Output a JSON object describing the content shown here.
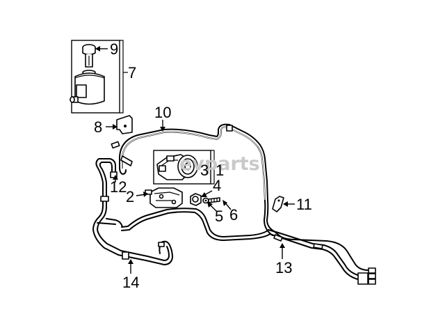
{
  "diagram": {
    "watermark": "evparts",
    "callouts": [
      {
        "id": "1",
        "text": "1"
      },
      {
        "id": "2",
        "text": "2"
      },
      {
        "id": "3",
        "text": "3"
      },
      {
        "id": "4",
        "text": "4"
      },
      {
        "id": "5",
        "text": "5"
      },
      {
        "id": "6",
        "text": "6"
      },
      {
        "id": "7",
        "text": "7"
      },
      {
        "id": "8",
        "text": "8"
      },
      {
        "id": "9",
        "text": "9"
      },
      {
        "id": "10",
        "text": "10"
      },
      {
        "id": "11",
        "text": "11"
      },
      {
        "id": "12",
        "text": "12"
      },
      {
        "id": "13",
        "text": "13"
      },
      {
        "id": "14",
        "text": "14"
      }
    ],
    "parts": [
      {
        "callout": "7",
        "name": "reservoir"
      },
      {
        "callout": "9",
        "name": "reservoir-cap"
      },
      {
        "callout": "8",
        "name": "bracket"
      },
      {
        "callout": "10",
        "name": "return-hose"
      },
      {
        "callout": "12",
        "name": "supply-hose"
      },
      {
        "callout": "1",
        "name": "power-steering-pump"
      },
      {
        "callout": "3",
        "name": "pulley"
      },
      {
        "callout": "2",
        "name": "pump-bracket"
      },
      {
        "callout": "4",
        "name": "nut"
      },
      {
        "callout": "5",
        "name": "washer"
      },
      {
        "callout": "6",
        "name": "bolt"
      },
      {
        "callout": "11",
        "name": "clamp"
      },
      {
        "callout": "13",
        "name": "pressure-line"
      },
      {
        "callout": "14",
        "name": "return-line"
      }
    ]
  }
}
